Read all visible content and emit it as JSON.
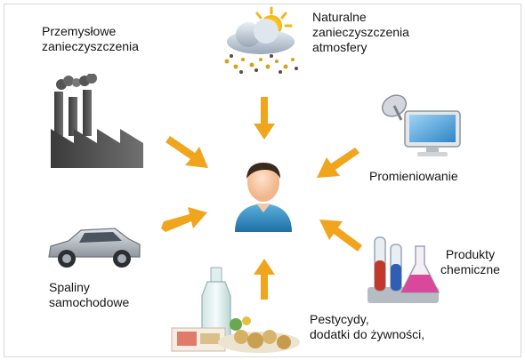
{
  "diagram": {
    "center": {
      "icon": "person-icon"
    },
    "sources": [
      {
        "id": "industrial",
        "label": "Przemysłowe\nzanieczyszczenia",
        "icon": "factory-icon"
      },
      {
        "id": "natural",
        "label": "Naturalne\nzanieczyszczenia\natmosfery",
        "icon": "cloud-icon"
      },
      {
        "id": "radiation",
        "label": "Promieniowanie",
        "icon": "computer-satellite-icon"
      },
      {
        "id": "chemicals",
        "label": "Produkty\nchemiczne",
        "icon": "laboratory-flasks-icon"
      },
      {
        "id": "food",
        "label": "Pestycydy,\ndodatki do żywności,",
        "icon": "food-bottle-icon"
      },
      {
        "id": "exhaust",
        "label": "Spaliny\nsamochodowe",
        "icon": "car-icon"
      }
    ],
    "colors": {
      "arrow": "#f0a51c",
      "person_shirt": "#2a7fb0",
      "person_skin": "#f6c9a6"
    }
  }
}
